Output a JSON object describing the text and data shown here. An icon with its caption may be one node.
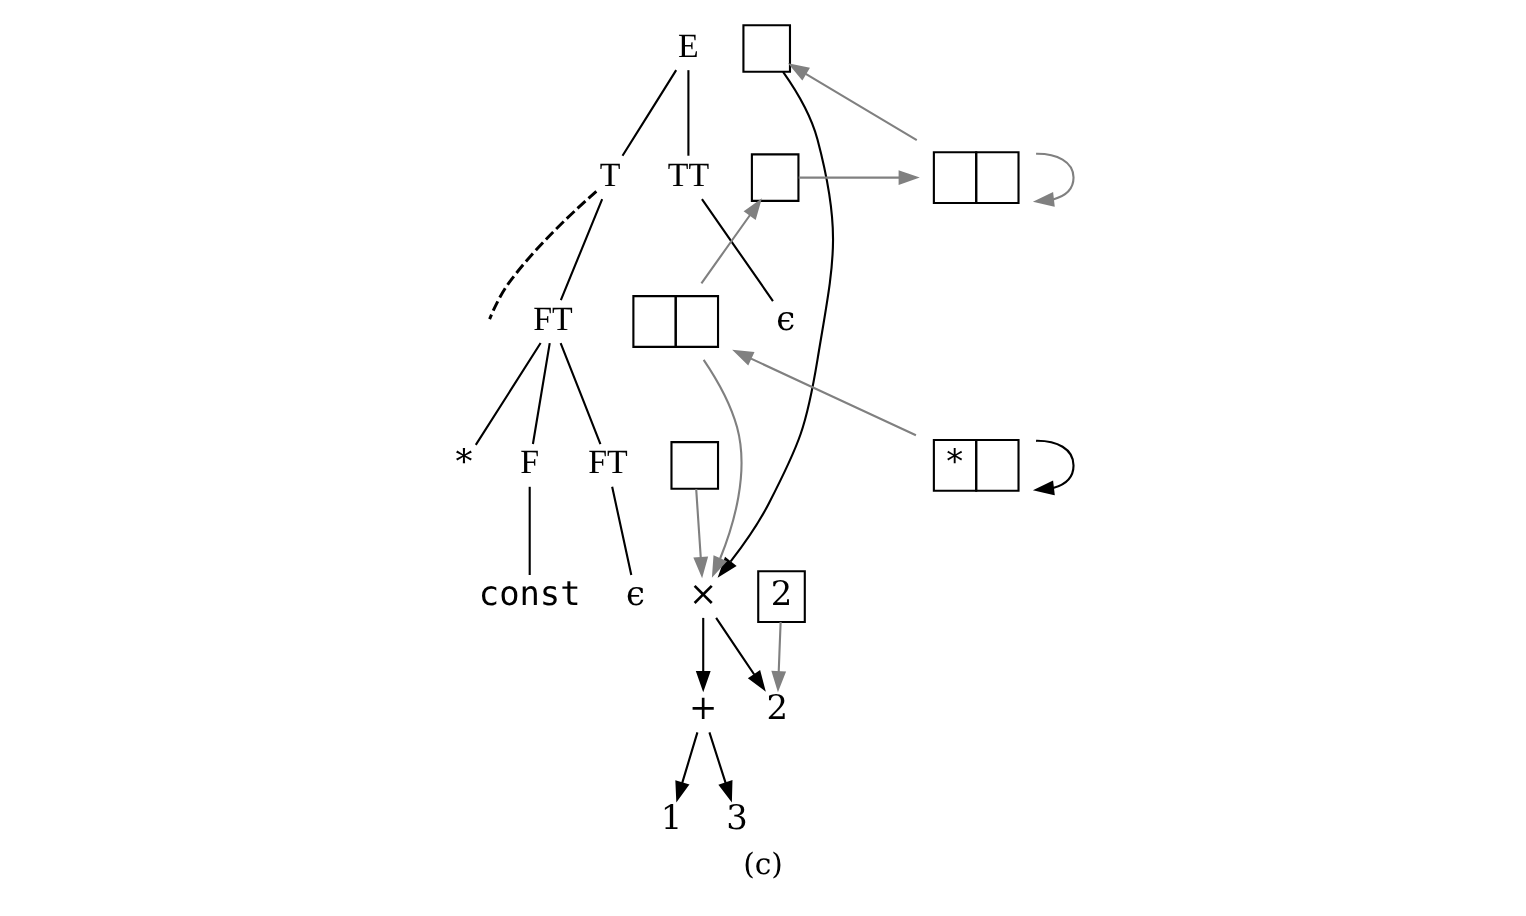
{
  "diagram": {
    "caption": "(c)",
    "nodes": [
      {
        "text": [
          "E"
        ]
      },
      {
        "text": [],
        "shape": "box"
      },
      {
        "text": [
          "T"
        ]
      },
      {
        "text": [],
        "shape": "box"
      },
      {
        "text": [
          "TT"
        ]
      },
      {
        "text": [],
        "shape": "box"
      },
      {
        "text": [
          "FT"
        ]
      },
      {
        "text": [],
        "shape": "box"
      },
      {
        "text": [
          "ϵ"
        ]
      },
      {
        "text": [
          "*"
        ]
      },
      {
        "text": [
          "F"
        ]
      },
      {
        "text": [],
        "shape": "box"
      },
      {
        "text": [
          "FT"
        ]
      },
      {
        "text": [
          "*"
        ]
      },
      {
        "text": [
          "const"
        ]
      },
      {
        "text": [
          "2"
        ]
      },
      {
        "text": [
          "ϵ"
        ]
      },
      {
        "text": [
          "×"
        ]
      },
      {
        "text": [
          "+"
        ]
      },
      {
        "text": [
          "2"
        ]
      },
      {
        "text": [
          "1"
        ]
      },
      {
        "text": [
          "3"
        ]
      }
    ],
    "edges": [
      {
        "from": 0,
        "to": 2,
        "arrow": "none"
      },
      {
        "from": 0,
        "to": 4,
        "arrow": "none"
      },
      {
        "from": 2,
        "to": null,
        "arrow": "none",
        "style": "dashed"
      },
      {
        "from": 2,
        "to": 6,
        "arrow": "none"
      },
      {
        "from": 4,
        "to": 8,
        "arrow": "none"
      },
      {
        "from": 6,
        "to": 9,
        "arrow": "none"
      },
      {
        "from": 6,
        "to": 10,
        "arrow": "none"
      },
      {
        "from": 6,
        "to": 12,
        "arrow": "none"
      },
      {
        "from": 10,
        "to": 14,
        "arrow": "none"
      },
      {
        "from": 12,
        "to": 16,
        "arrow": "none"
      },
      {
        "from": 1,
        "to": 17,
        "arrow": "to"
      },
      {
        "from": 5,
        "to": 1,
        "arrow": "to",
        "color": "#808080"
      },
      {
        "from": 3,
        "to": 5,
        "arrow": "to",
        "color": "#808080"
      },
      {
        "from": 5,
        "to": 5,
        "arrow": "to",
        "color": "#808080"
      },
      {
        "from": 7,
        "to": 3,
        "arrow": "to",
        "color": "#808080"
      },
      {
        "from": 7,
        "to": 17,
        "arrow": "to",
        "color": "#808080"
      },
      {
        "from": 13,
        "to": 7,
        "arrow": "to",
        "color": "#808080"
      },
      {
        "from": 13,
        "to": 13,
        "arrow": "to"
      },
      {
        "from": 11,
        "to": 17,
        "arrow": "to",
        "color": "#808080"
      },
      {
        "from": 15,
        "to": 19,
        "arrow": "to",
        "color": "#808080"
      },
      {
        "from": 17,
        "to": 18,
        "arrow": "to"
      },
      {
        "from": 17,
        "to": 19,
        "arrow": "to"
      },
      {
        "from": 18,
        "to": 20,
        "arrow": "to"
      },
      {
        "from": 18,
        "to": 21,
        "arrow": "to"
      }
    ]
  }
}
